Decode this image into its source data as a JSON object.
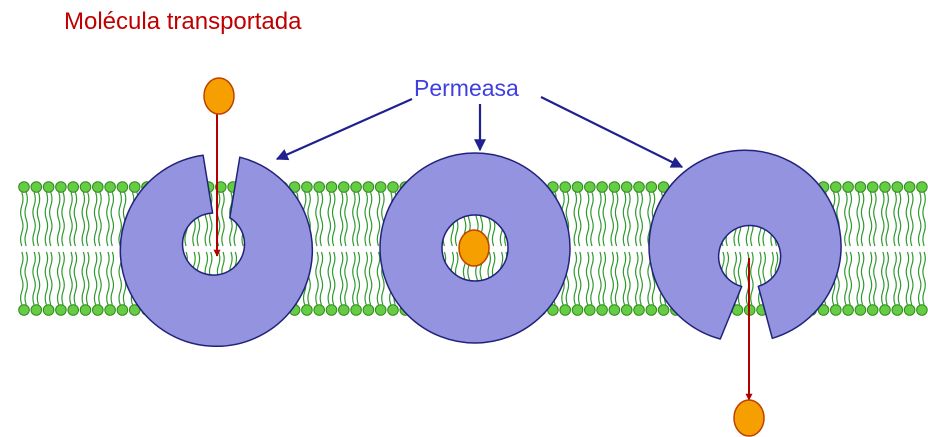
{
  "labels": {
    "transported_molecule": "Molécula transportada",
    "permease": "Permeasa"
  },
  "colors": {
    "molecule_label": "#c00000",
    "permease_label": "#3f3fe0",
    "permease_fill": "#9393e0",
    "permease_stroke": "#22227a",
    "molecule_fill": "#f5a000",
    "molecule_stroke": "#c04000",
    "arrow_red": "#b00000",
    "arrow_blue": "#202090",
    "lipid_head_fill": "#66cc44",
    "lipid_head_stroke": "#2e8a1c",
    "lipid_tail": "#2e9a2e"
  },
  "diagram": {
    "membrane": "lipid-bilayer",
    "stages": [
      "open-outside",
      "closed-with-molecule",
      "open-inside"
    ]
  }
}
